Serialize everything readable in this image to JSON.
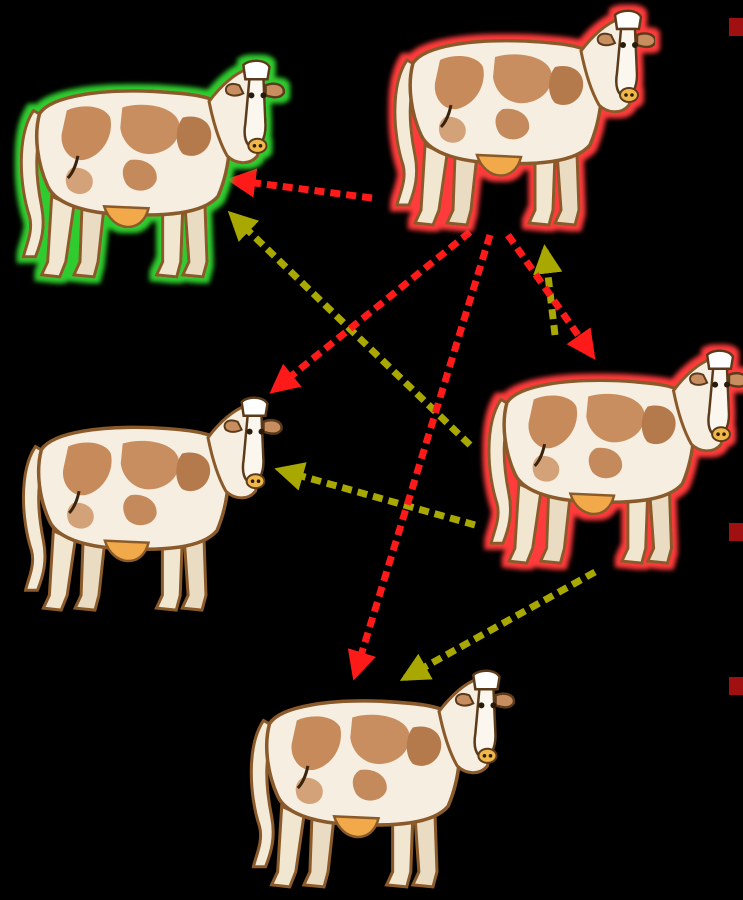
{
  "diagram": {
    "background": "#000000",
    "cows": [
      {
        "id": "cow-top-right",
        "halo": "red"
      },
      {
        "id": "cow-top-left",
        "halo": "green"
      },
      {
        "id": "cow-middle-right",
        "halo": "red"
      },
      {
        "id": "cow-middle-left",
        "halo": "none"
      },
      {
        "id": "cow-bottom",
        "halo": "none"
      }
    ],
    "arrows": [
      {
        "from": "cow-top-right",
        "to": "cow-top-left",
        "color": "red"
      },
      {
        "from": "cow-top-right",
        "to": "cow-middle-left",
        "color": "red"
      },
      {
        "from": "cow-top-right",
        "to": "cow-middle-right",
        "color": "red"
      },
      {
        "from": "cow-top-right",
        "to": "cow-bottom",
        "color": "red"
      },
      {
        "from": "cow-middle-right",
        "to": "cow-top-left",
        "color": "olive"
      },
      {
        "from": "cow-middle-right",
        "to": "cow-top-right",
        "color": "olive"
      },
      {
        "from": "cow-middle-right",
        "to": "cow-middle-left",
        "color": "olive"
      },
      {
        "from": "cow-middle-right",
        "to": "cow-bottom",
        "color": "olive"
      }
    ],
    "colors": {
      "infected_halo": "#ff3b3b",
      "source_halo": "#2ecc2e",
      "red_arrow": "#ff1a1a",
      "olive_arrow": "#a8a800",
      "bullet": "#a01010"
    },
    "bullets": [
      "bullet-1",
      "bullet-2",
      "bullet-3"
    ]
  }
}
